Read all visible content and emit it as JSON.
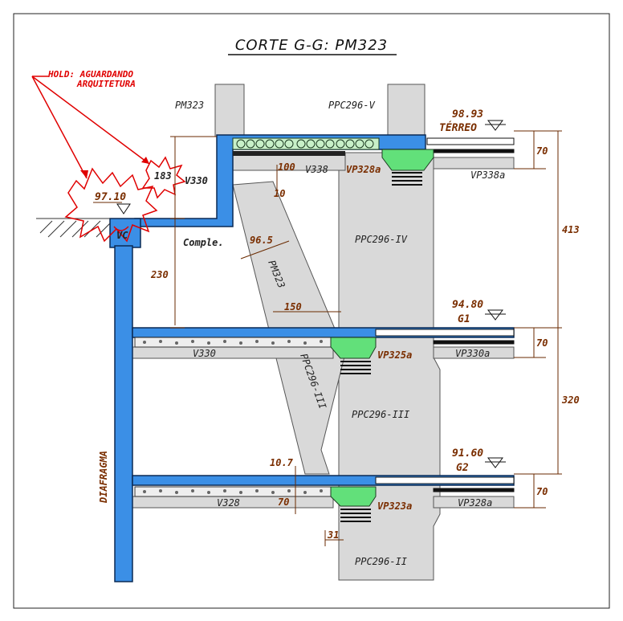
{
  "title": "CORTE G-G: PM323",
  "hold_note": {
    "line1": "HOLD: AGUARDANDO",
    "line2": "ARQUITETURA"
  },
  "cloud_labels": {
    "level": "97.10",
    "dim": "183"
  },
  "levels": {
    "terreo": {
      "value": "98.93",
      "name": "TÉRREO"
    },
    "g1": {
      "value": "94.80",
      "name": "G1"
    },
    "g2": {
      "value": "91.60",
      "name": "G2"
    }
  },
  "pillars": {
    "pm323_top": "PM323",
    "ppc296_v": "PPC296-V",
    "ppc296_iv": "PPC296-IV",
    "ppc296_iii": "PPC296-III",
    "ppc296_ii": "PPC296-II",
    "ppc296_iii_slant": "PPC296-III",
    "pm323_slant": "PM323"
  },
  "beams": {
    "v338": "V338",
    "vp328a_top": "VP328a",
    "vp338a": "VP338a",
    "v330_dim": "V330",
    "v330": "V330",
    "vp325a": "VP325a",
    "vp330a": "VP330a",
    "v328": "V328",
    "vp323a": "VP323a",
    "vp328a": "VP328a"
  },
  "labels": {
    "vc": "VC",
    "comple": "Comple.",
    "diafragma": "DIAFRAGMA"
  },
  "dimensions": {
    "d100": "100",
    "d10": "10",
    "d96_5": "96.5",
    "d150": "150",
    "d230": "230",
    "d70_top": "70",
    "d413": "413",
    "d70_mid": "70",
    "d320": "320",
    "d70_bot": "70",
    "d10_7": "10.7",
    "d70_slab": "70",
    "d31": "31"
  },
  "colors": {
    "slab_blue": "#3b8fe6",
    "outline_blue": "#0b2a55",
    "concrete_gray": "#d9d9d9",
    "corbel_green": "#62e07a",
    "hold_red": "#e00000",
    "dim_brown": "#7a2e00"
  }
}
